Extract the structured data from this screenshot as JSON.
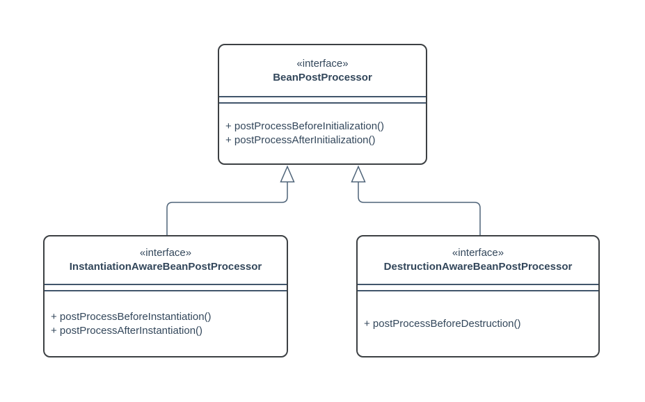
{
  "diagram": {
    "kind": "uml-class-diagram",
    "colors": {
      "canvas_bg": "#ffffff",
      "box_border_color": "#3c4043",
      "divider_color": "#41556b",
      "connector_color": "#4e6378",
      "text_color": "#33475b"
    },
    "classes": [
      {
        "stereotype": "«interface»",
        "name": "BeanPostProcessor",
        "attributes": [],
        "methods": [
          "+ postProcessBeforeInitialization()",
          "+ postProcessAfterInitialization()"
        ]
      },
      {
        "stereotype": "«interface»",
        "name": "InstantiationAwareBeanPostProcessor",
        "attributes": [],
        "methods": [
          "+ postProcessBeforeInstantiation()",
          "+ postProcessAfterInstantiation()"
        ]
      },
      {
        "stereotype": "«interface»",
        "name": "DestructionAwareBeanPostProcessor",
        "attributes": [],
        "methods": [
          "+ postProcessBeforeDestruction()"
        ]
      }
    ],
    "relationships": [
      {
        "type": "generalization",
        "from": "InstantiationAwareBeanPostProcessor",
        "to": "BeanPostProcessor"
      },
      {
        "type": "generalization",
        "from": "DestructionAwareBeanPostProcessor",
        "to": "BeanPostProcessor"
      }
    ]
  }
}
